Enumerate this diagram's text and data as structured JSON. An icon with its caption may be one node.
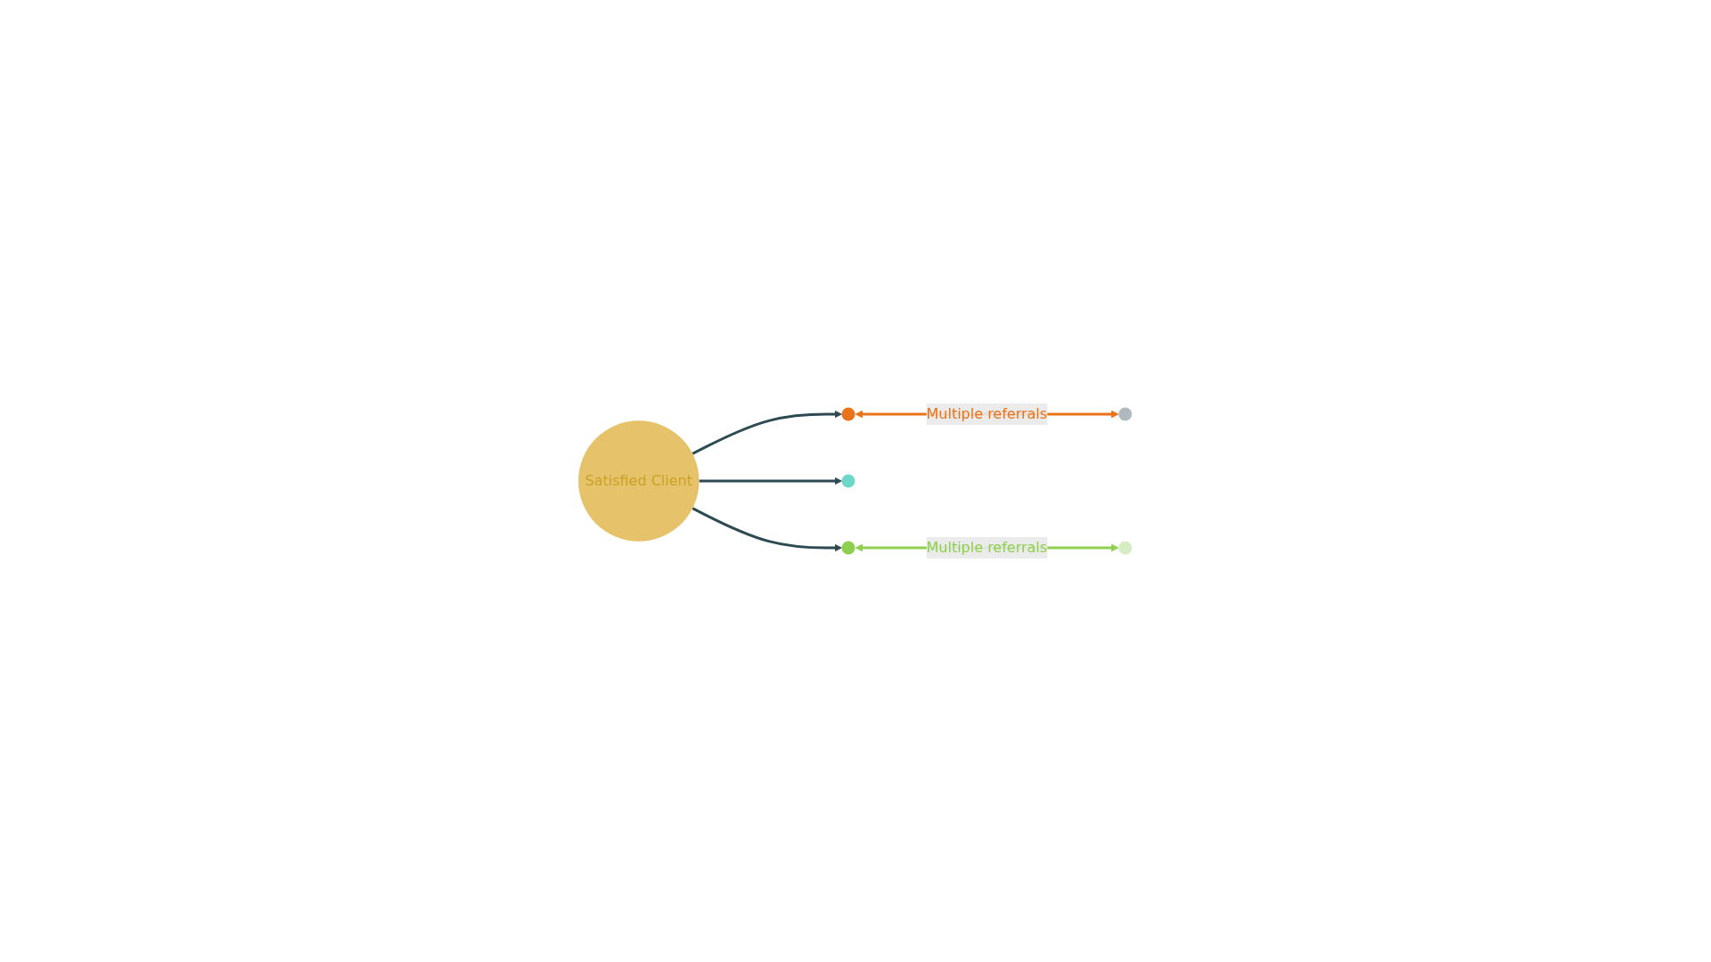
{
  "diagram": {
    "nodes": [
      {
        "text": [
          "Satisfied Client"
        ]
      },
      {
        "text": [],
        "shape": "circle"
      },
      {
        "text": [],
        "shape": "circle"
      },
      {
        "text": [],
        "shape": "circle"
      },
      {
        "text": [],
        "shape": "circle"
      },
      {
        "text": [],
        "shape": "circle"
      }
    ],
    "edges": [
      {
        "from": 0,
        "to": 1,
        "arrow": "to"
      },
      {
        "from": 0,
        "to": 2,
        "arrow": "to"
      },
      {
        "from": 0,
        "to": 3,
        "arrow": "to"
      },
      {
        "from": 1,
        "to": 4,
        "arrow": "both",
        "label": "Multiple referrals",
        "color": "#e8731a"
      },
      {
        "from": 3,
        "to": 5,
        "arrow": "both",
        "label": "Multiple referrals",
        "color": "#8fcf4f"
      }
    ]
  }
}
